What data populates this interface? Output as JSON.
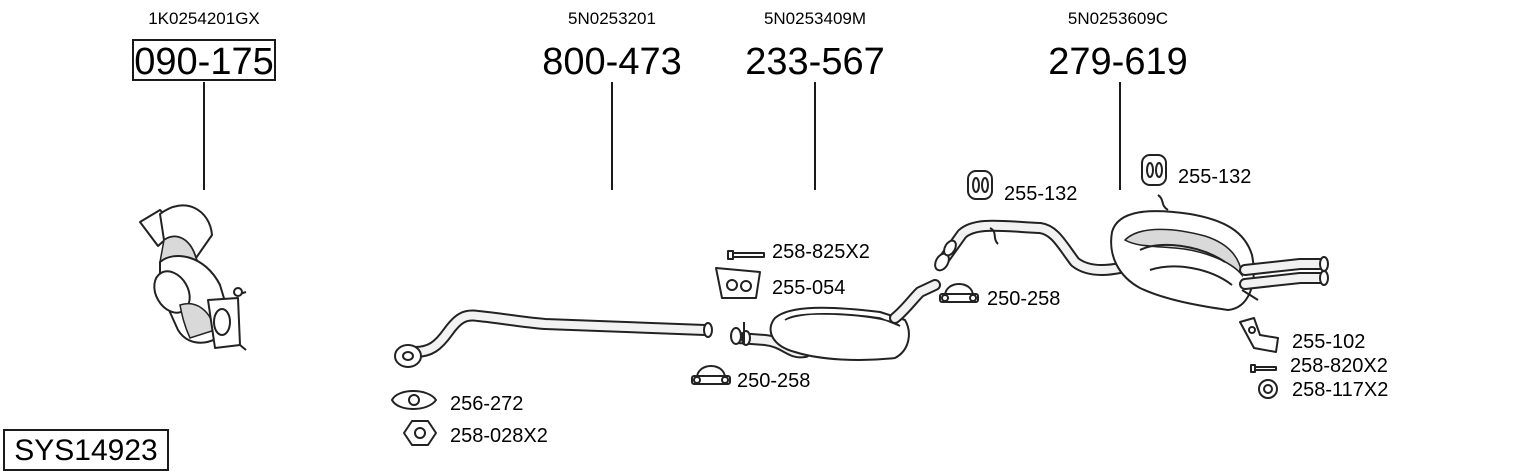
{
  "diagram_id": "SYS14923",
  "parts": {
    "catalytic_converter": {
      "oem": "1K0254201GX",
      "number": "090-175"
    },
    "front_pipe": {
      "oem": "5N0253201",
      "number": "800-473"
    },
    "center_silencer": {
      "oem": "5N0253409M",
      "number": "233-567"
    },
    "rear_silencer": {
      "oem": "5N0253609C",
      "number": "279-619"
    }
  },
  "accessories": {
    "gasket": "256-272",
    "nut": "258-028X2",
    "clamp_front": "250-258",
    "bolt_mid": "258-825X2",
    "rubber_mount_mid": "255-054",
    "clamp_rear": "250-258",
    "hanger_left": "255-132",
    "hanger_right": "255-132",
    "bracket_rear": "255-102",
    "bolt_rear": "258-820X2",
    "washer_rear": "258-117X2"
  }
}
